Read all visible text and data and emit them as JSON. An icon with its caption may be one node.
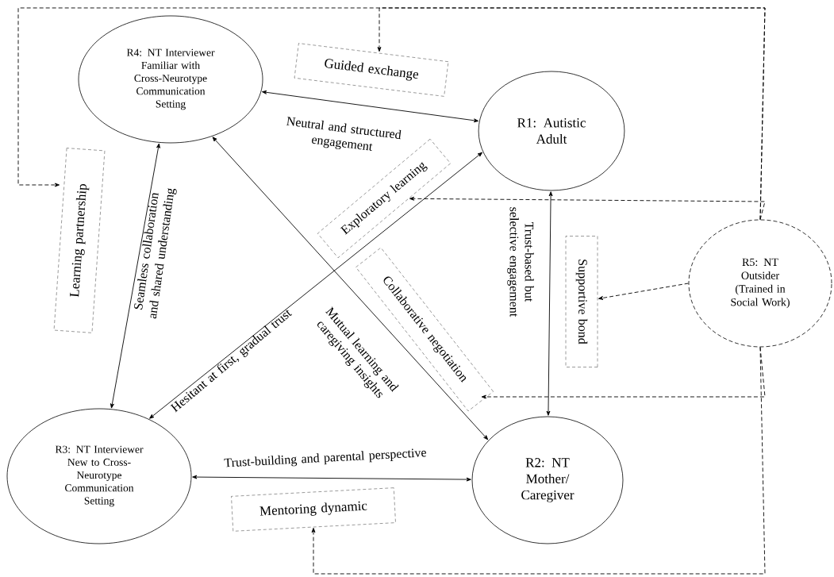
{
  "diagram": {
    "nodes": [
      {
        "text": [
          "R4: NT Interviewer Familiar with Cross-Neurotype Communication Setting"
        ]
      },
      {
        "text": [
          "Guided exchange"
        ]
      },
      {
        "text": [
          "R1: Autistic Adult"
        ]
      },
      {
        "text": [
          "Learning partnership"
        ]
      },
      {
        "text": [
          "Exploratory learning"
        ]
      },
      {
        "text": [
          "Collaborative negotiation"
        ]
      },
      {
        "text": [
          "Supportive bond"
        ]
      },
      {
        "text": [
          "R5: NT Outsider (Trained in Social Work)"
        ]
      },
      {
        "text": [
          "R3: NT Interviewer New to Cross-Neurotype Communication Setting"
        ]
      },
      {
        "text": [
          "R2: NT Mother/ Caregiver"
        ]
      },
      {
        "text": [
          "Mentoring dynamic"
        ]
      }
    ],
    "edges": [
      {
        "from": 0,
        "to": 2,
        "arrow": "both",
        "label": "Neutral and structured engagement"
      },
      {
        "from": 0,
        "to": 8,
        "arrow": "both",
        "label": "Seamless collaboration and shared understanding"
      },
      {
        "from": 2,
        "to": 8,
        "arrow": "both",
        "label": "Hesitant at first, gradual trust"
      },
      {
        "from": 0,
        "to": 9,
        "arrow": "both",
        "label": "Mutual learning and caregiving insights"
      },
      {
        "from": 2,
        "to": 9,
        "arrow": "both",
        "label": "Trust-based but selective engagement"
      },
      {
        "from": 8,
        "to": 9,
        "arrow": "both",
        "label": "Trust-building and parental perspective"
      },
      {
        "from": 7,
        "to": 1,
        "arrow": "to",
        "style": "dashed"
      },
      {
        "from": 7,
        "to": 3,
        "arrow": "to",
        "style": "dashed"
      },
      {
        "from": 7,
        "to": 4,
        "arrow": "to",
        "style": "dashed"
      },
      {
        "from": 7,
        "to": 6,
        "arrow": "to",
        "style": "dashed"
      },
      {
        "from": 7,
        "to": 5,
        "arrow": "to",
        "style": "dashed"
      },
      {
        "from": 7,
        "to": 10,
        "arrow": "to",
        "style": "dashed"
      }
    ]
  }
}
